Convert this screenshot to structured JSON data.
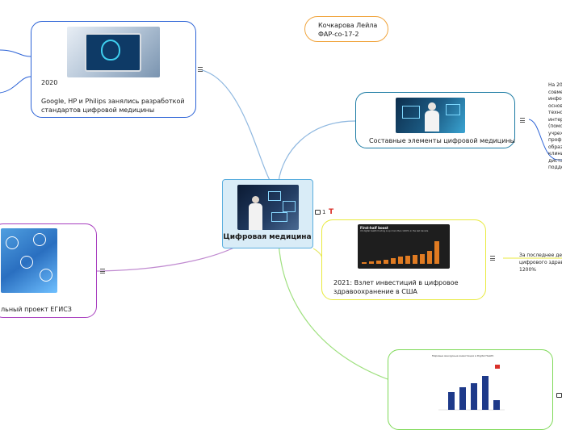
{
  "central": {
    "title": "Цифровая медицина",
    "comment_count": "1",
    "comment_letter": "T"
  },
  "author": {
    "line1": "Кочкарова Лейла",
    "line2": "ФАР-со-17-2"
  },
  "node_2020": {
    "year": "2020",
    "line1": "Google, HP и Philips занялись разработкой",
    "line2": "стандартов цифровой медицины"
  },
  "node_components": {
    "title": "Составные элементы цифровой медицины",
    "side_text": [
      "На 20",
      "совме",
      "инфо",
      "основ",
      "техно",
      "интер",
      "(помо",
      "учреж",
      "профи",
      "образ",
      "клини",
      "диста",
      "подде"
    ]
  },
  "node_2021": {
    "line1": "2021: Взлет инвестиций в цифровое",
    "line2": "здравоохранение в США",
    "side_text": [
      "За последнее деся",
      "цифрового здраво",
      "1200%"
    ],
    "chart_title": "First-half boost",
    "chart_subtitle": "US digital health funding is up more than 1200% in the last decade"
  },
  "node_egisz": {
    "title": "льный проект ЕГИСЗ"
  },
  "node_bottom": {
    "chart_title": "Мировые венчурные инвестиции в Digital Health"
  },
  "colors": {
    "central_border": "#5aaede",
    "author_border": "#f0a43c",
    "blue": "#2b62d6",
    "teal": "#1a7aa3",
    "yellow": "#e8ea3c",
    "purple": "#a83fbf",
    "green": "#7ed957",
    "orange_bar": "#e07b22",
    "comment_red": "#d9302a"
  }
}
